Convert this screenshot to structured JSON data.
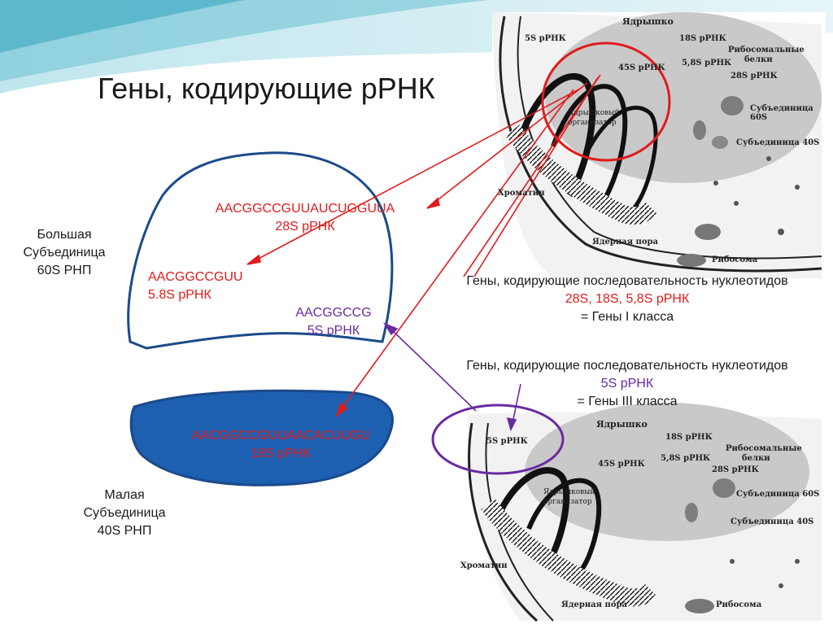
{
  "title": "Гены, кодирующие рРНК",
  "large_subunit": {
    "line1": "Большая",
    "line2": "Субъединица",
    "line3": "60S РНП"
  },
  "small_subunit": {
    "line1": "Малая",
    "line2": "Субъединица",
    "line3": "40S РНП"
  },
  "sequences": {
    "s28": {
      "seq": "AACGGCCGUUAUCUGGUUA",
      "name": "28S рРНК"
    },
    "s58": {
      "seq": "AACGGCCGUU",
      "name": "5.8S рРНК"
    },
    "s5": {
      "seq": "AACGGCCG",
      "name": "5S рРНК"
    },
    "s18": {
      "seq": "AACGGCCGUUAACACUUGU",
      "name": "18S рРНК"
    }
  },
  "class1": {
    "line1": "Гены, кодирующие последовательность нуклеотидов",
    "line2": "28S, 18S, 5,8S рРНК",
    "line3": "= Гены I класса"
  },
  "class3": {
    "line1": "Гены, кодирующие последовательность нуклеотидов",
    "line2": "5S рРНК",
    "line3": "= Гены III класса"
  },
  "micrograph_top": {
    "nucleolus": "Ядрышко",
    "r5s": "5S рРНК",
    "r18s": "18S рРНК",
    "r45s": "45S рРНК",
    "r58s": "5,8S рРНК",
    "r28s": "28S рРНК",
    "proteins1": "Рибосомальные",
    "proteins2": "белки",
    "organizer1": "Ядрышковый",
    "organizer2": "организатор",
    "sub60": "Субъединица 60S",
    "sub40": "Субъединица 40S",
    "chromatin": "Хроматин",
    "pore": "Ядерная пора",
    "ribosome": "Рибосома"
  },
  "micrograph_bottom": {
    "nucleolus": "Ядрышко",
    "r5s": "5S рРНК",
    "r18s": "18S рРНК",
    "r45s": "45S рРНК",
    "r58s": "5,8S рРНК",
    "r28s": "28S рРНК",
    "proteins1": "Рибосомальные",
    "proteins2": "белки",
    "organizer1": "Ядрышковый",
    "organizer2": "организатор",
    "sub60": "Субъединица 60S",
    "sub40": "Субъединица 40S",
    "chromatin": "Хроматин",
    "pore": "Ядерная пора",
    "ribosome": "Рибосома"
  },
  "colors": {
    "red": "#e21b1b",
    "purple": "#6a2aa0",
    "blue": "#1d5fb0",
    "navy": "#1b4a8a"
  }
}
